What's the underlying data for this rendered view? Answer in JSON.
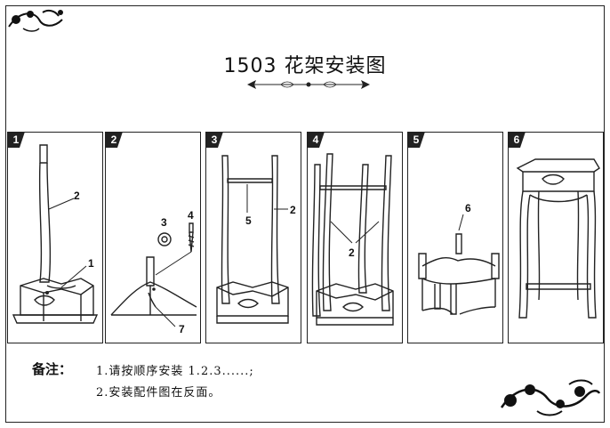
{
  "title": "1503  花架安装图",
  "steps": [
    {
      "num": "1",
      "callouts": [
        "2",
        "1"
      ]
    },
    {
      "num": "2",
      "callouts": [
        "3",
        "4",
        "7"
      ]
    },
    {
      "num": "3",
      "callouts": [
        "5",
        "2"
      ]
    },
    {
      "num": "4",
      "callouts": [
        "2"
      ]
    },
    {
      "num": "5",
      "callouts": [
        "6"
      ]
    },
    {
      "num": "6",
      "callouts": []
    }
  ],
  "notes": {
    "label": "备注：",
    "line1": "1.请按顺序安装 1.2.3......;",
    "line2": "2.安装配件图在反面。"
  },
  "colors": {
    "ink": "#222222",
    "background": "#ffffff"
  }
}
